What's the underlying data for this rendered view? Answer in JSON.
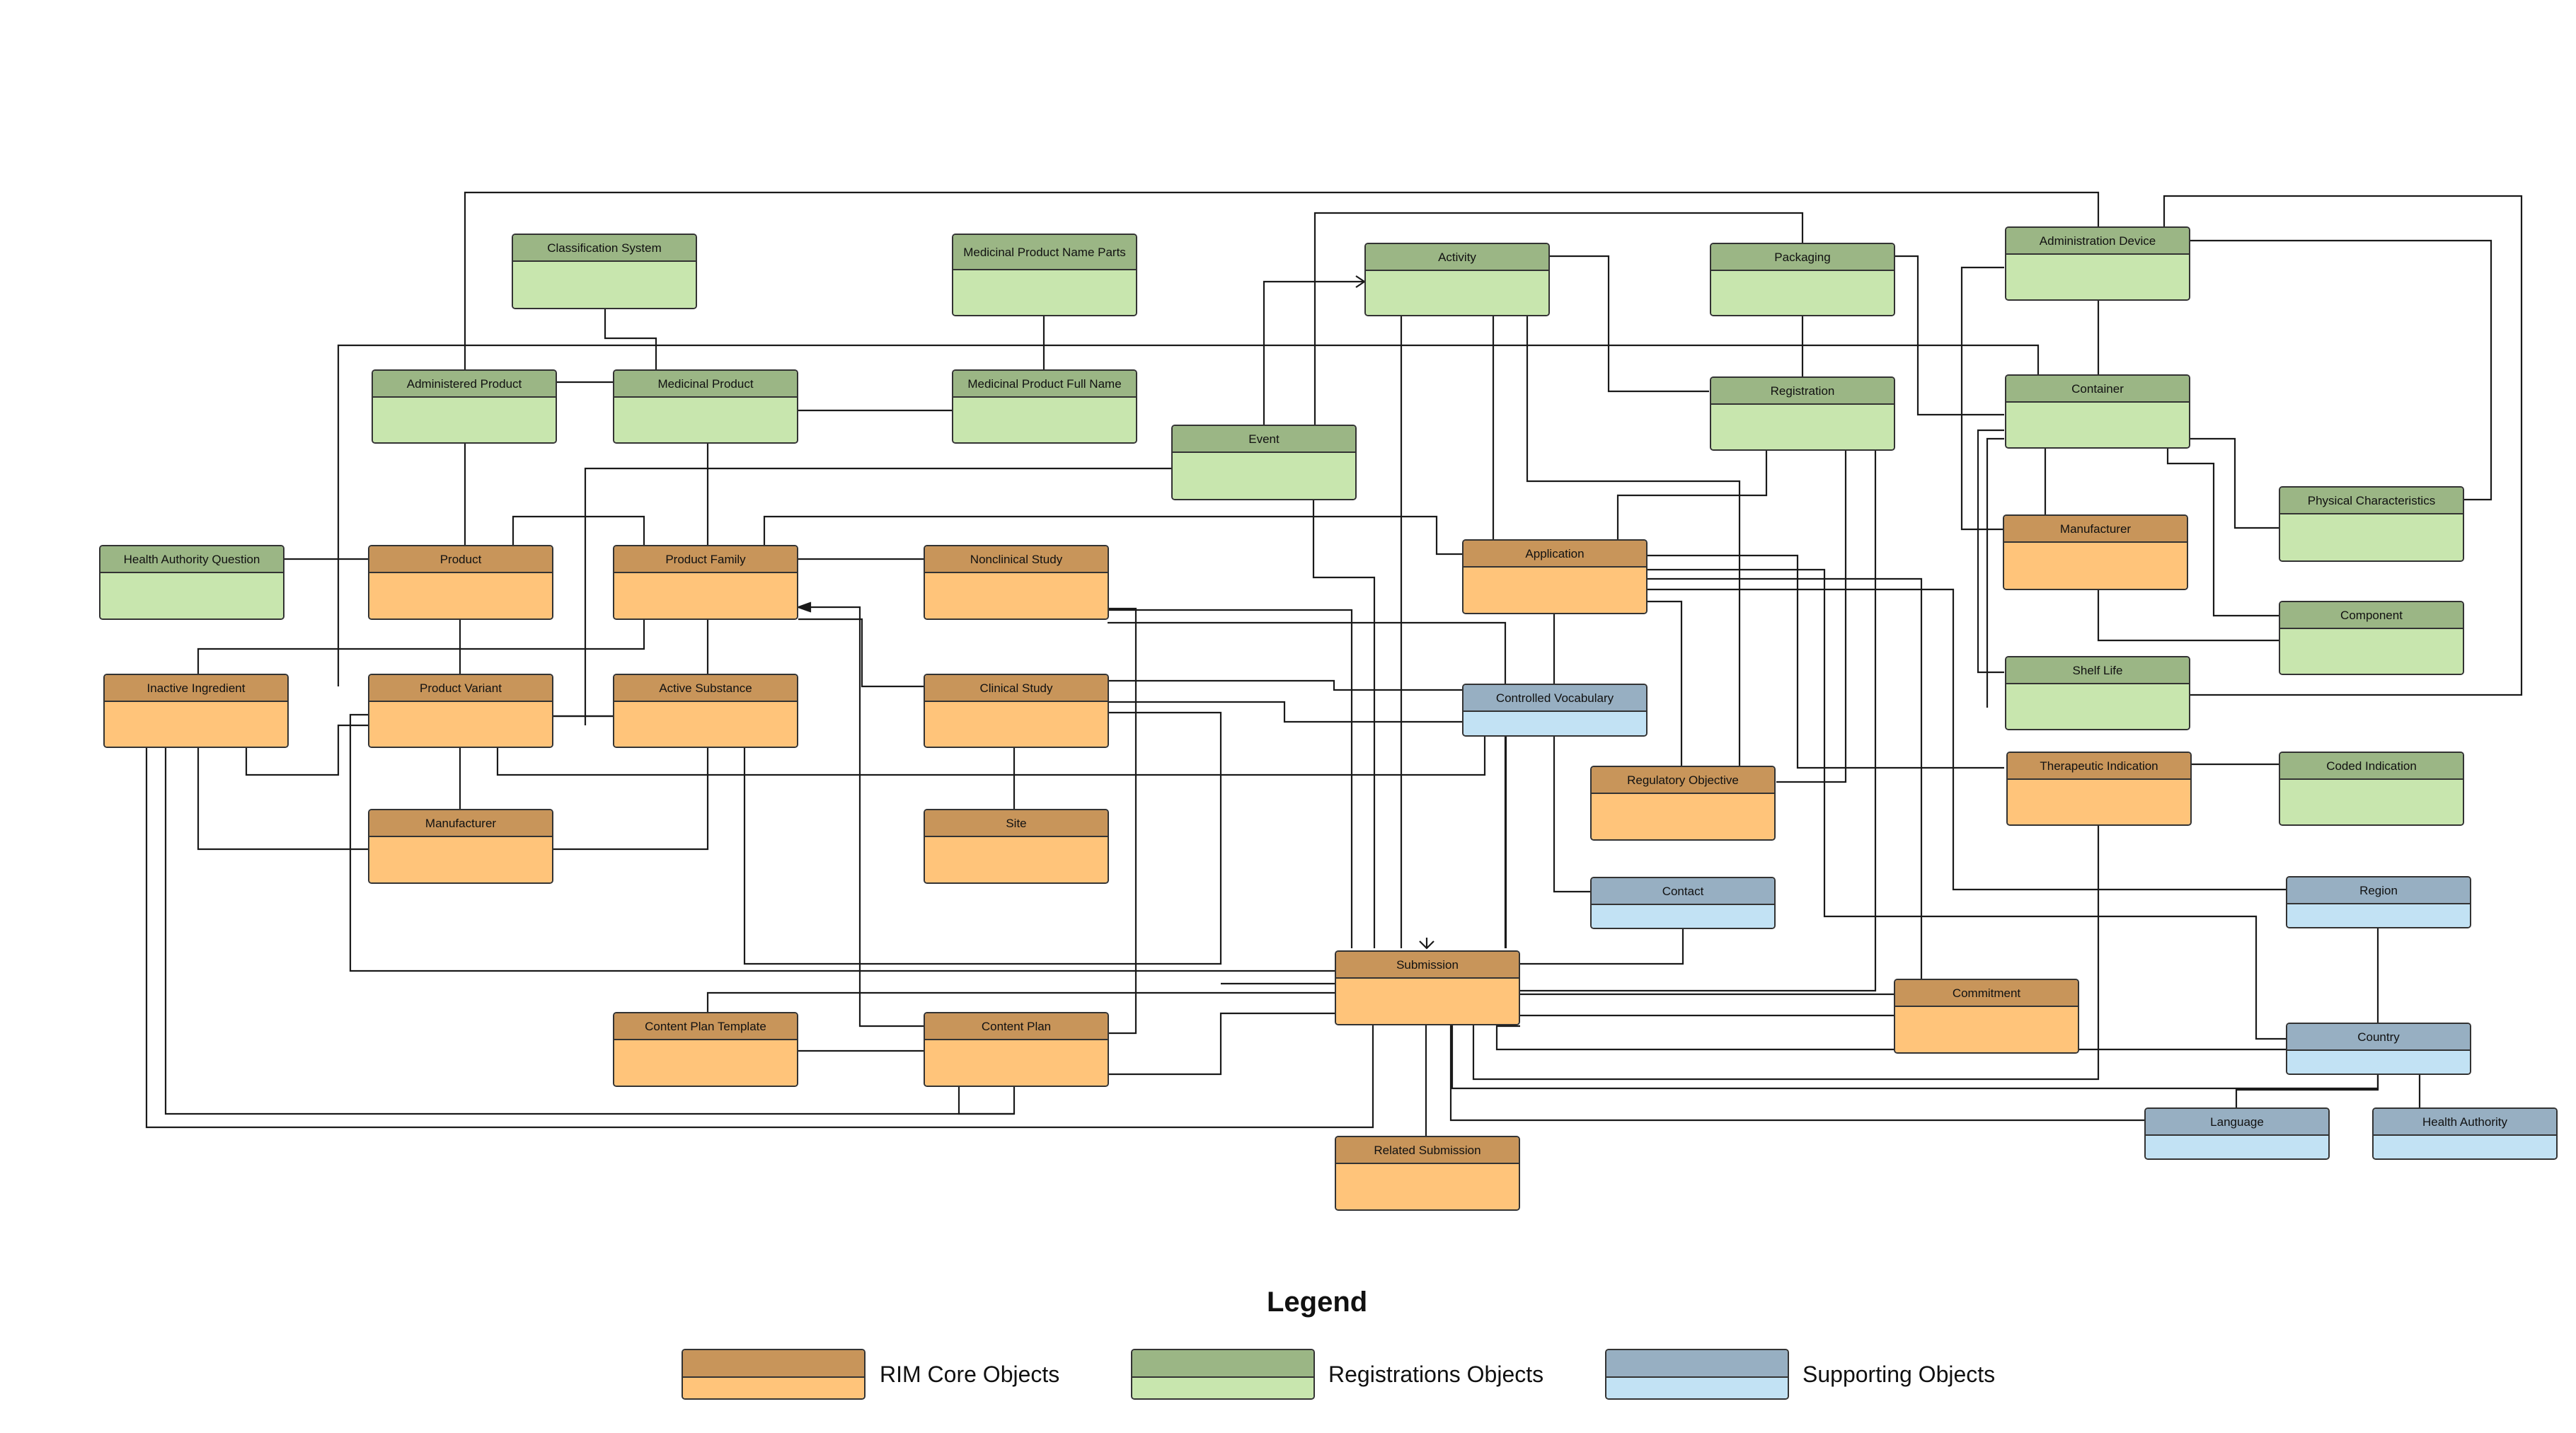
{
  "legend": {
    "title": "Legend",
    "items": [
      {
        "label": "RIM Core Objects",
        "header_color": "#c8955a",
        "body_color": "#ffc47a"
      },
      {
        "label": "Registrations Objects",
        "header_color": "#9bb685",
        "body_color": "#c8e6ae"
      },
      {
        "label": "Supporting Objects",
        "header_color": "#97afc2",
        "body_color": "#c2e2f4"
      }
    ]
  },
  "entities": {
    "classification_system": "Classification System",
    "medicinal_product_name_parts": "Medicinal Product Name Parts",
    "activity": "Activity",
    "packaging": "Packaging",
    "administration_device": "Administration Device",
    "administered_product": "Administered Product",
    "medicinal_product": "Medicinal Product",
    "medicinal_product_full_name": "Medicinal Product Full Name",
    "event": "Event",
    "registration": "Registration",
    "container": "Container",
    "physical_characteristics": "Physical Characteristics",
    "health_authority_question": "Health Authority Question",
    "product": "Product",
    "product_family": "Product Family",
    "nonclinical_study": "Nonclinical Study",
    "application": "Application",
    "manufacturer_reg": "Manufacturer",
    "component": "Component",
    "inactive_ingredient": "Inactive Ingredient",
    "product_variant": "Product Variant",
    "active_substance": "Active Substance",
    "clinical_study": "Clinical Study",
    "controlled_vocabulary": "Controlled Vocabulary",
    "shelf_life": "Shelf Life",
    "regulatory_objective": "Regulatory Objective",
    "therapeutic_indication": "Therapeutic Indication",
    "coded_indication": "Coded Indication",
    "manufacturer_core": "Manufacturer",
    "site": "Site",
    "contact": "Contact",
    "region": "Region",
    "submission": "Submission",
    "commitment": "Commitment",
    "content_plan_template": "Content Plan Template",
    "content_plan": "Content Plan",
    "country": "Country",
    "language": "Language",
    "health_authority": "Health Authority",
    "related_submission": "Related Submission"
  }
}
